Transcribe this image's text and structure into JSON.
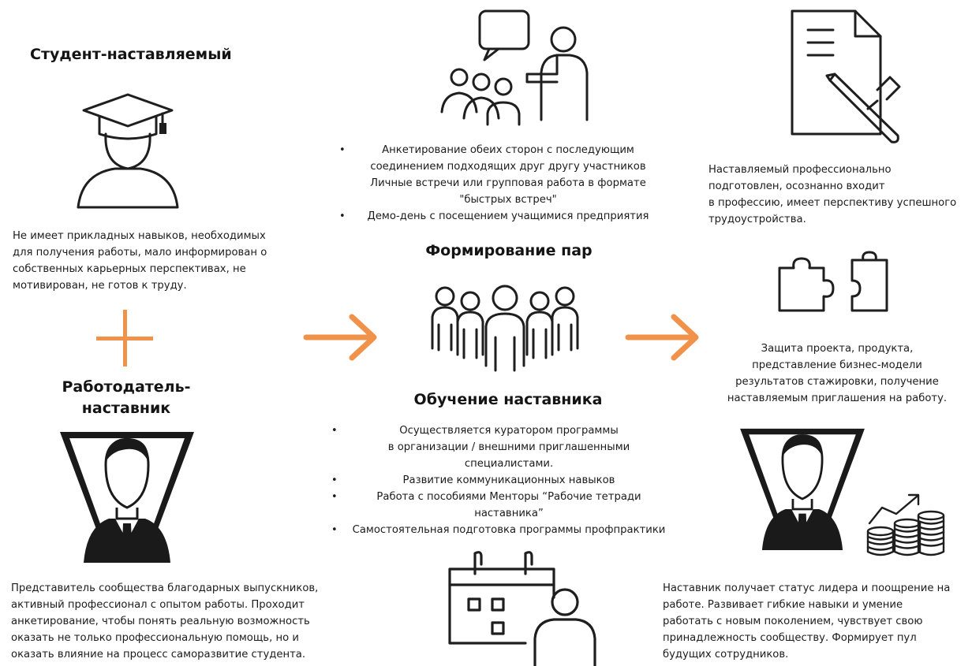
{
  "student": {
    "title": "Студент-наставляемый",
    "description_lines": [
      "Не имеет прикладных навыков, необходимых",
      "для получения работы, мало информирован о",
      "собственных карьерных перспективах, не",
      "мотивирован, не готов к труду."
    ]
  },
  "employer": {
    "title_lines": [
      "Работодатель-",
      "наставник"
    ],
    "description_lines": [
      "Представитель сообщества благодарных выпускников,",
      "активный профессионал с опытом работы. Проходит",
      "анкетирование, чтобы понять реальную возможность",
      "оказать не только профессиональную помощь, но и",
      "оказать влияние на процесс саморазвитие студента."
    ]
  },
  "pairs": {
    "bullets": [
      {
        "lines": [
          "Анкетирование обеих сторон с последующим",
          "соединением подходящих друг другу участников",
          "Личные встречи или групповая работа в формате",
          "\"быстрых встреч\""
        ]
      },
      {
        "lines": [
          "Демо-день с посещением учащимися предприятия"
        ]
      }
    ],
    "title": "Формирование пар"
  },
  "mentor_training": {
    "title": "Обучение наставника",
    "bullets": [
      {
        "lines": [
          "Осуществляется куратором программы",
          "в организации / внешними приглашенными",
          "специалистами."
        ]
      },
      {
        "lines": [
          "Развитие коммуникационных навыков"
        ]
      },
      {
        "lines": [
          "Работа с пособиями Менторы “Рабочие тетради",
          "наставника”"
        ]
      },
      {
        "lines": [
          "Самостоятельная подготовка программы профпрактики"
        ]
      }
    ]
  },
  "result_mentee": {
    "description_lines": [
      "Наставляемый профессионально",
      "подготовлен, осознанно входит",
      "в профессию, имеет перспективу успешного",
      "трудоустройства."
    ]
  },
  "defense": {
    "description_lines": [
      "Защита проекта, продукта,",
      "представление бизнес-модели",
      "результатов стажировки, получение",
      "наставляемым приглашения на работу."
    ]
  },
  "result_mentor": {
    "description_lines": [
      "Наставник получает статус лидера и поощрение на",
      "работе.  Развивает гибкие навыки и умение",
      "работать с новым поколением, чувствует свою",
      "принадлежность сообществу. Формирует пул",
      "будущих сотрудников."
    ]
  },
  "plus_symbol": "+",
  "colors": {
    "accent": "#f0924a",
    "text": "#1c1c1c",
    "icon": "#1e1e1e",
    "suit": "#1a1a1a"
  },
  "icons": {
    "student": "graduate-icon",
    "meeting": "meeting-icon",
    "document": "document-pen-icon",
    "group": "group-people-icon",
    "puzzle": "puzzle-icon",
    "calendar": "calendar-person-icon",
    "employer": "businessman-icon",
    "mentor": "businessman-icon",
    "coins": "coins-growth-icon",
    "arrow": "right-arrow-icon"
  }
}
